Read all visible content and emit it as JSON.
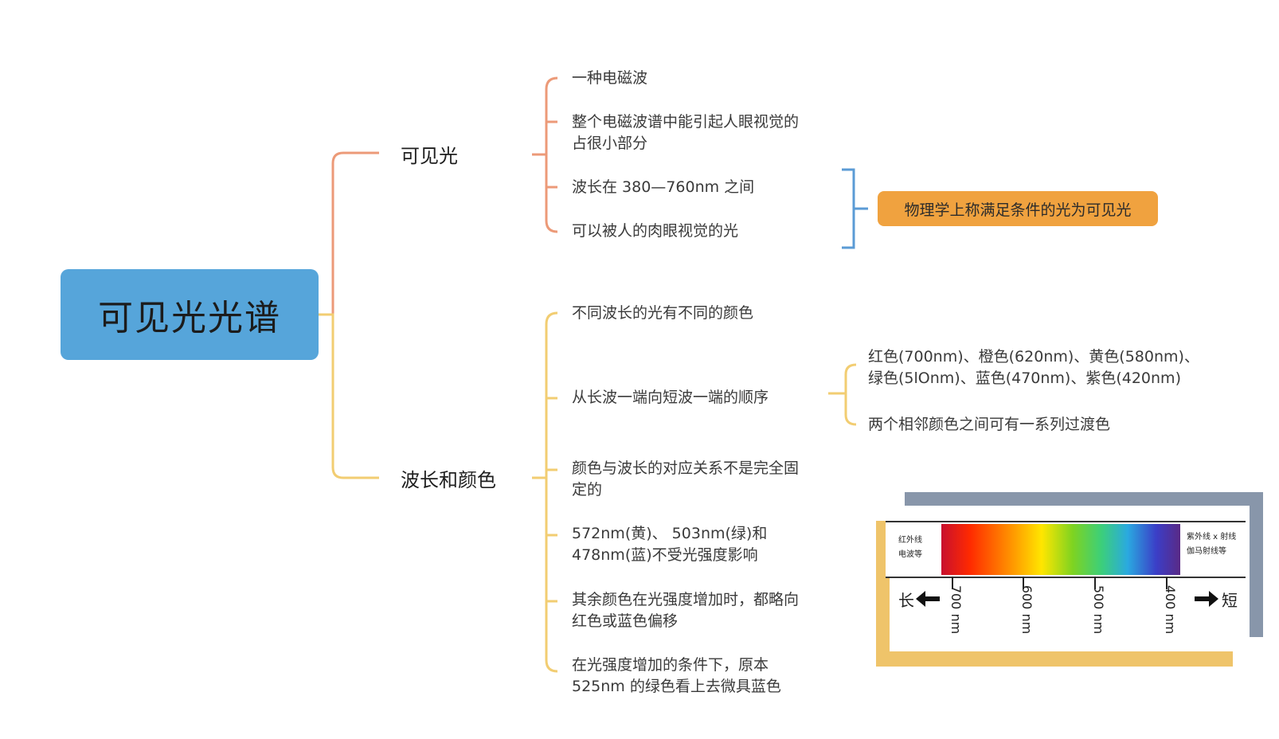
{
  "root": {
    "label": "可见光光谱"
  },
  "branches": [
    {
      "label": "可见光",
      "items": [
        {
          "lines": [
            "一种电磁波"
          ]
        },
        {
          "lines": [
            "整个电磁波谱中能引起人眼视觉的",
            "占很小部分"
          ]
        },
        {
          "lines": [
            "波长在 380—760nm 之间"
          ]
        },
        {
          "lines": [
            "可以被人的肉眼视觉的光"
          ]
        }
      ],
      "callout": "物理学上称满足条件的光为可见光"
    },
    {
      "label": "波长和颜色",
      "items": [
        {
          "lines": [
            "不同波长的光有不同的颜色"
          ]
        },
        {
          "lines": [
            "从长波一端向短波一端的顺序"
          ],
          "children": [
            {
              "lines": [
                "红色(700nm)、橙色(620nm)、黄色(580nm)、",
                "绿色(5lOnm)、蓝色(470nm)、紫色(420nm)"
              ]
            },
            {
              "lines": [
                "两个相邻颜色之间可有一系列过渡色"
              ]
            }
          ]
        },
        {
          "lines": [
            "颜色与波长的对应关系不是完全固",
            "定的"
          ]
        },
        {
          "lines": [
            "572nm(黄)、 503nm(绿)和",
            "478nm(蓝)不受光强度影响"
          ]
        },
        {
          "lines": [
            "其余颜色在光强度增加时，都略向",
            "红色或蓝色偏移"
          ]
        },
        {
          "lines": [
            "在光强度增加的条件下，原本",
            "525nm 的绿色看上去微具蓝色"
          ]
        }
      ]
    }
  ],
  "spectrum": {
    "left_label": [
      "红外线",
      "电波等"
    ],
    "right_label": [
      "紫外线 x 射线",
      "伽马射线等"
    ],
    "ticks": [
      "700 nm",
      "600 nm",
      "500 nm",
      "400 nm"
    ],
    "long_label": "长",
    "short_label": "短"
  },
  "colors": {
    "root_fill": "#56a5da",
    "branch1_line": "#ec9a78",
    "branch2_line": "#f2cd72",
    "callout_fill": "#f0a23f",
    "bracket_blue": "#5b9bd5",
    "frame_gray": "#8896aa",
    "frame_yellow": "#efc46a"
  }
}
